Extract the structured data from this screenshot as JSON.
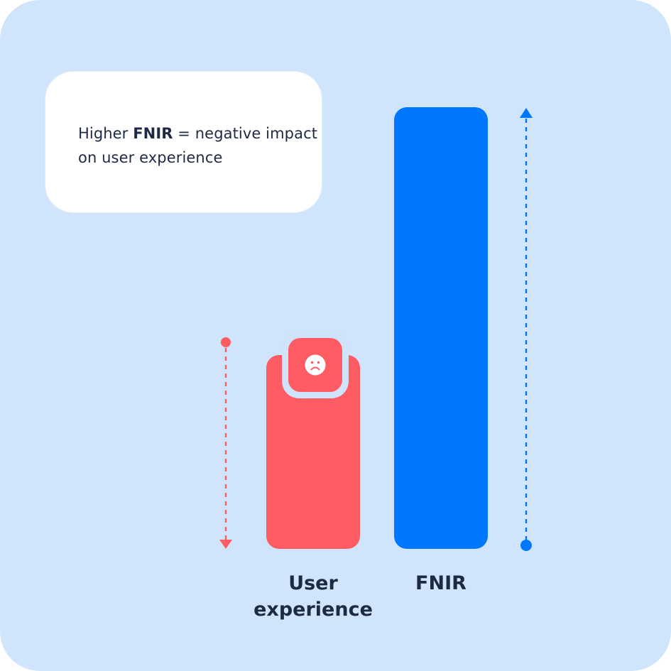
{
  "callout": {
    "prefix": "Higher ",
    "emphasis": "FNIR",
    "suffix": " = negative impact on user experience"
  },
  "bars": [
    {
      "label_line1": "User",
      "label_line2": "experience",
      "relative_value": 0.44,
      "color": "#FF5B62",
      "trend": "down",
      "icon": "sad-face-icon"
    },
    {
      "label_line1": "FNIR",
      "label_line2": "",
      "relative_value": 1.0,
      "color": "#0077FF",
      "trend": "up"
    }
  ],
  "colors": {
    "background": "#D0E4FB",
    "text": "#1E2A44",
    "red": "#FF5B62",
    "blue": "#0077FF"
  }
}
